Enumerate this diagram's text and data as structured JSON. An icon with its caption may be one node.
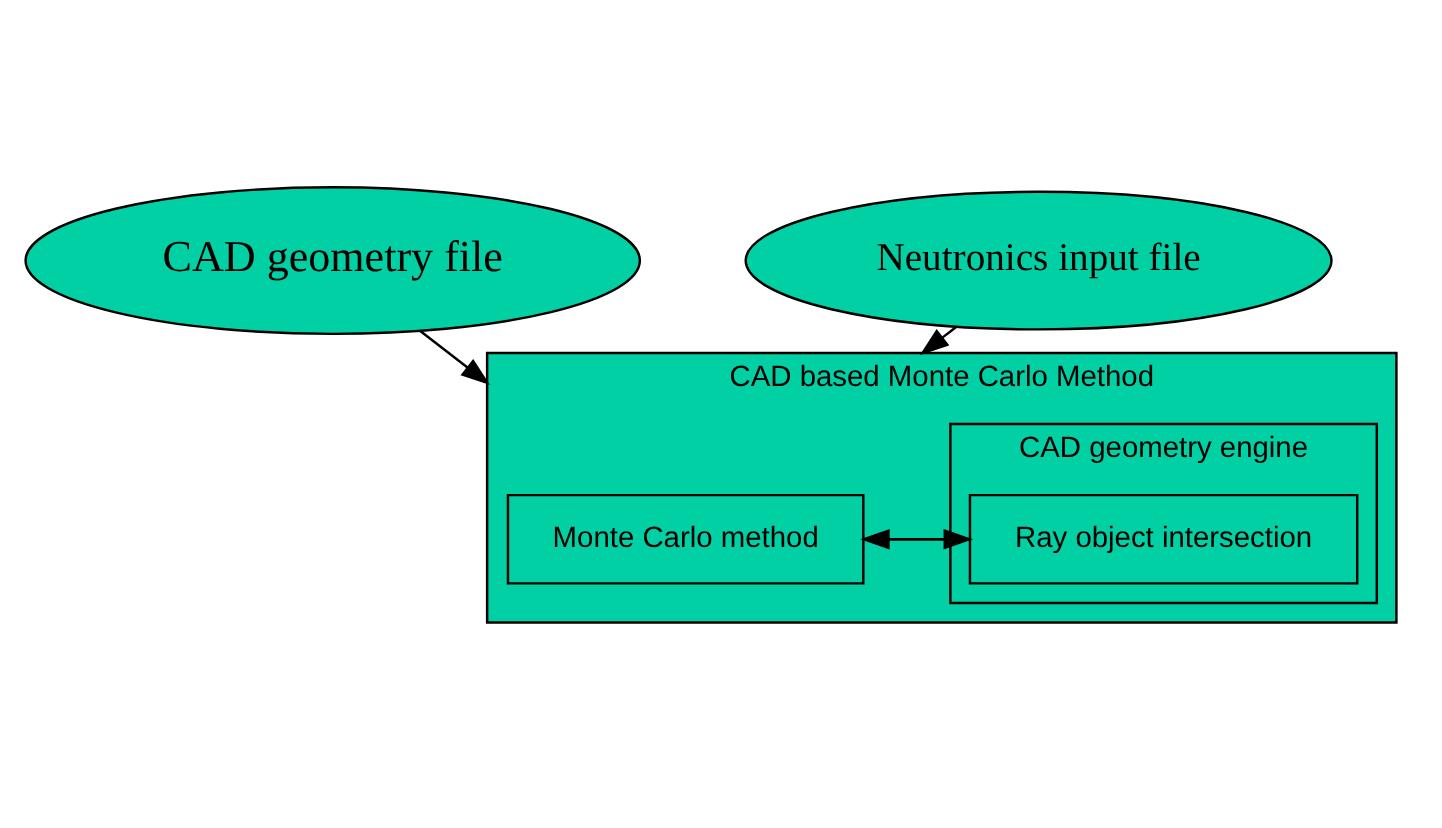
{
  "diagram": {
    "nodes": [
      {
        "text": [
          "CAD geometry file"
        ]
      },
      {
        "text": [
          "Neutronics input file"
        ]
      },
      {
        "text": [
          "CAD based Monte Carlo Method"
        ]
      },
      {
        "text": [
          "CAD geometry engine"
        ],
        "in": 2
      },
      {
        "text": [
          "Ray object intersection"
        ],
        "in": 3
      },
      {
        "text": [
          "Monte Carlo method"
        ],
        "in": 2
      }
    ],
    "edges": [
      {
        "from": 0,
        "to": 2,
        "arrow": "to"
      },
      {
        "from": 1,
        "to": 2,
        "arrow": "to"
      },
      {
        "from": 5,
        "to": 4,
        "arrow": "to"
      },
      {
        "from": 4,
        "to": 5,
        "arrow": "to"
      }
    ]
  }
}
